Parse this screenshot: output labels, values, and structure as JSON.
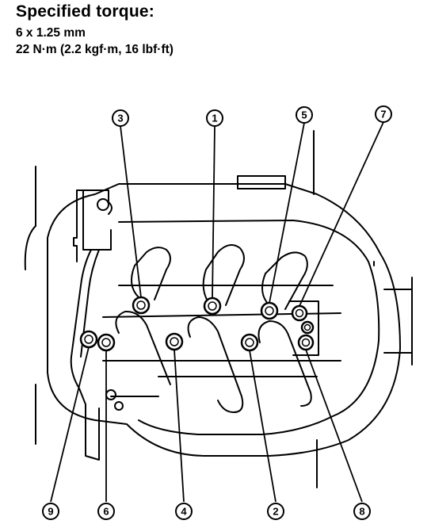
{
  "spec": {
    "title": "Specified torque:",
    "bolt_size": "6 x 1.25 mm",
    "torque": "22 N·m (2.2 kgf·m, 16 lbf·ft)"
  },
  "callouts": {
    "c1": "1",
    "c2": "2",
    "c3": "3",
    "c4": "4",
    "c5": "5",
    "c6": "6",
    "c7": "7",
    "c8": "8",
    "c9": "9"
  },
  "icons": {
    "bolt": "bolt-icon",
    "callout": "numbered-callout-icon"
  }
}
